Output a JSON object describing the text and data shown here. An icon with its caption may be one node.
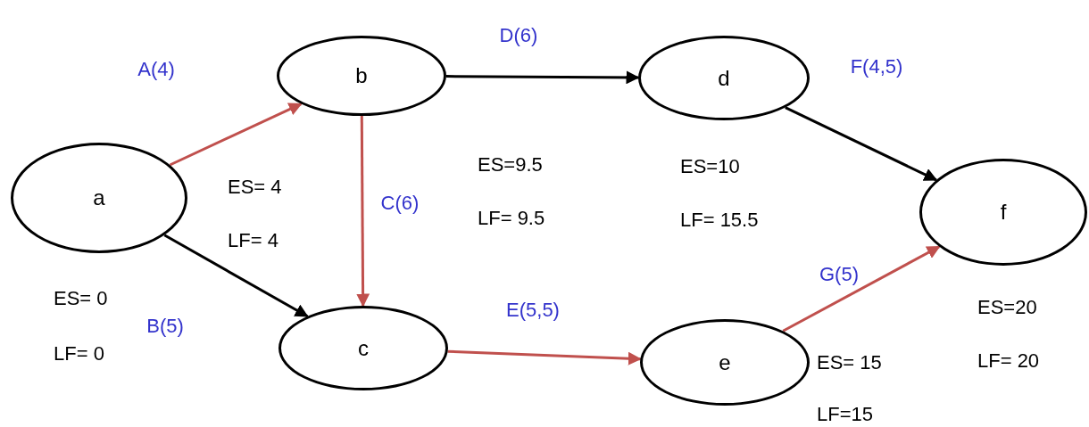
{
  "diagram": {
    "nodes": [
      {
        "text": [
          "a"
        ]
      },
      {
        "text": [
          "b"
        ]
      },
      {
        "text": [
          "c"
        ]
      },
      {
        "text": [
          "d"
        ]
      },
      {
        "text": [
          "e"
        ]
      },
      {
        "text": [
          "f"
        ]
      }
    ],
    "edges": [
      {
        "from": 0,
        "to": 1,
        "arrow": "to",
        "label": "A(4)"
      },
      {
        "from": 0,
        "to": 2,
        "arrow": "to",
        "label": "B(5)",
        "color": "#000000"
      },
      {
        "from": 1,
        "to": 2,
        "arrow": "to",
        "label": "C(6)"
      },
      {
        "from": 1,
        "to": 3,
        "arrow": "to",
        "label": "D(6)",
        "color": "#000000"
      },
      {
        "from": 2,
        "to": 4,
        "arrow": "to",
        "label": "E(5,5)"
      },
      {
        "from": 3,
        "to": 5,
        "arrow": "to",
        "label": "F(4,5)",
        "color": "#000000"
      },
      {
        "from": 4,
        "to": 5,
        "arrow": "to",
        "label": "G(5)"
      }
    ],
    "labels": [
      "ES= 0",
      "LF= 0",
      "ES= 4",
      "LF= 4",
      "ES=9.5",
      "LF= 9.5",
      "ES=10",
      "LF= 15.5",
      "ES= 15",
      "LF=15",
      "ES=20",
      "LF= 20"
    ]
  }
}
